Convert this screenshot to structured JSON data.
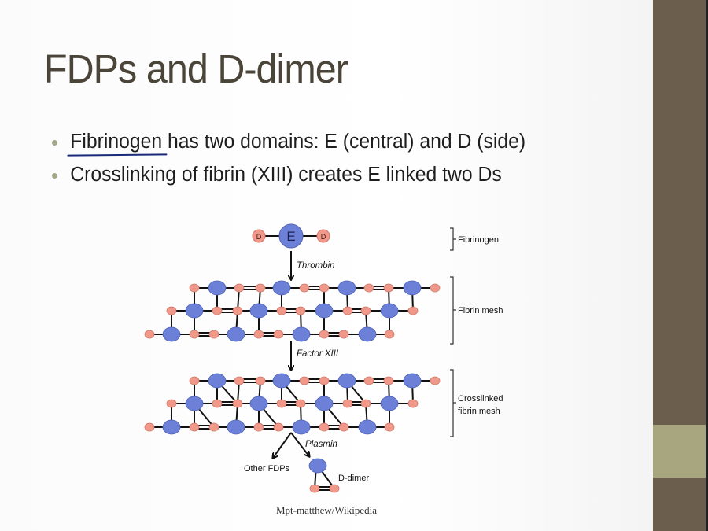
{
  "slide": {
    "title": "FDPs and D-dimer",
    "bullets": [
      {
        "underlined": "Fibrinogen",
        "rest": " has two domains: E (central) and D (side)"
      },
      {
        "underlined": "",
        "rest": "Crosslinking of fibrin (XIII) creates E linked two Ds"
      }
    ],
    "credit": "Mpt-matthew/Wikipedia"
  },
  "diagram": {
    "fibrinogen": {
      "e_label": "E",
      "d_label": "D"
    },
    "steps": {
      "thrombin": "Thrombin",
      "factor_xiii": "Factor XIII",
      "plasmin": "Plasmin"
    },
    "brackets": {
      "fibrinogen": "Fibrinogen",
      "fibrin_mesh": "Fibrin mesh",
      "crosslinked_line1": "Crosslinked",
      "crosslinked_line2": "fibrin mesh"
    },
    "products": {
      "other_fdps": "Other FDPs",
      "d_dimer": "D-dimer"
    }
  },
  "colors": {
    "e_domain": "#6c80d8",
    "d_domain": "#f0998a",
    "sidebar": "#6b5e4c",
    "sidebar_accent": "#a8a67e",
    "title": "#4a4538"
  }
}
